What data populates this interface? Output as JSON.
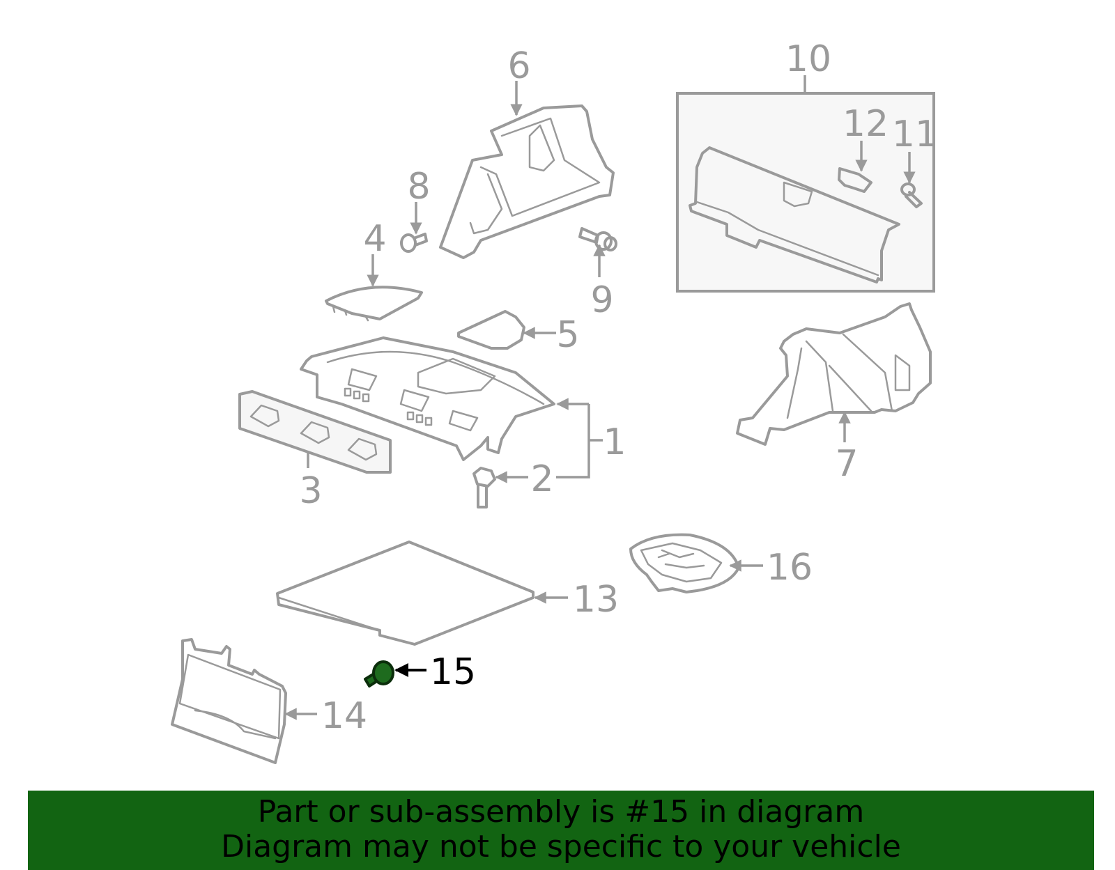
{
  "callouts": {
    "c1": "1",
    "c2": "2",
    "c3": "3",
    "c4": "4",
    "c5": "5",
    "c6": "6",
    "c7": "7",
    "c8": "8",
    "c9": "9",
    "c10": "10",
    "c11": "11",
    "c12": "12",
    "c13": "13",
    "c14": "14",
    "c15": "15",
    "c16": "16"
  },
  "highlighted_part": "15",
  "banner": {
    "line1": "Part or sub-assembly is #15 in diagram",
    "line2": "Diagram may not be specific to your vehicle"
  },
  "colors": {
    "line": "#9a9a9a",
    "highlight": "#1e6b1e",
    "banner": "#126412"
  }
}
